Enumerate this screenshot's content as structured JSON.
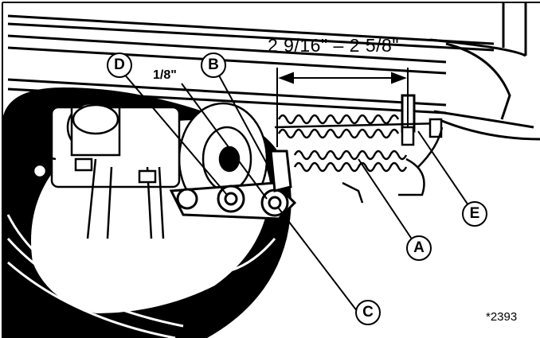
{
  "dimension_label": "2 9/16\" – 2 5/8\"",
  "gap_label": "1/8\"",
  "callouts": {
    "a": "A",
    "b": "B",
    "c": "C",
    "d": "D",
    "e": "E"
  },
  "figure_number": "*2393",
  "colors": {
    "ink": "#000000",
    "paper": "#ffffff"
  }
}
